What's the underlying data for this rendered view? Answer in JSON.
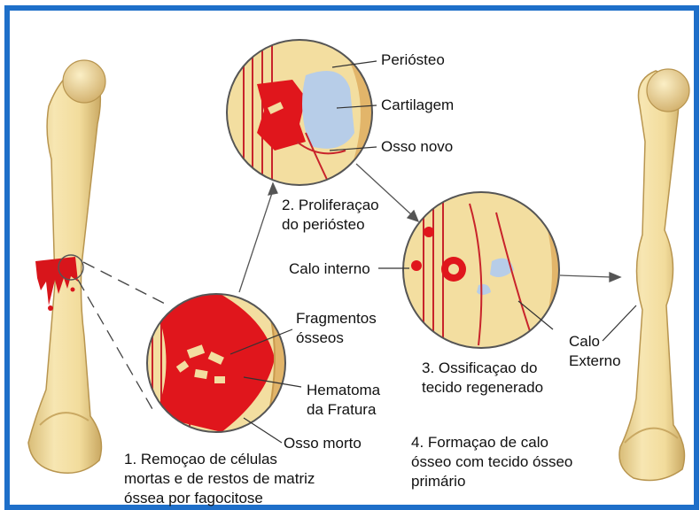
{
  "labels": {
    "periosteo": "Periósteo",
    "cartilagem": "Cartilagem",
    "osso_novo": "Osso novo",
    "step2_line1": "2. Proliferaçao",
    "step2_line2": "do periósteo",
    "calo_interno": "Calo interno",
    "fragmentos_line1": "Fragmentos",
    "fragmentos_line2": "ósseos",
    "hematoma_line1": "Hematoma",
    "hematoma_line2": "da Fratura",
    "osso_morto": "Osso morto",
    "step1_line1": "1. Remoçao de células",
    "step1_line2": "mortas e de restos de matriz",
    "step1_line3": "óssea  por fagocitose",
    "step3_line1": "3. Ossificaçao do",
    "step3_line2": "tecido regenerado",
    "calo_externo_line1": "Calo",
    "calo_externo_line2": "Externo",
    "step4_line1": "4. Formaçao de calo",
    "step4_line2": "ósseo com tecido ósseo",
    "step4_line3": "primário"
  },
  "colors": {
    "frame": "#1e6fc9",
    "bone": "#f2dc9c",
    "bone_dark": "#c9a862",
    "blood": "#d8151b",
    "cartilage": "#b7cde8",
    "periosteum": "#e9c37c"
  }
}
